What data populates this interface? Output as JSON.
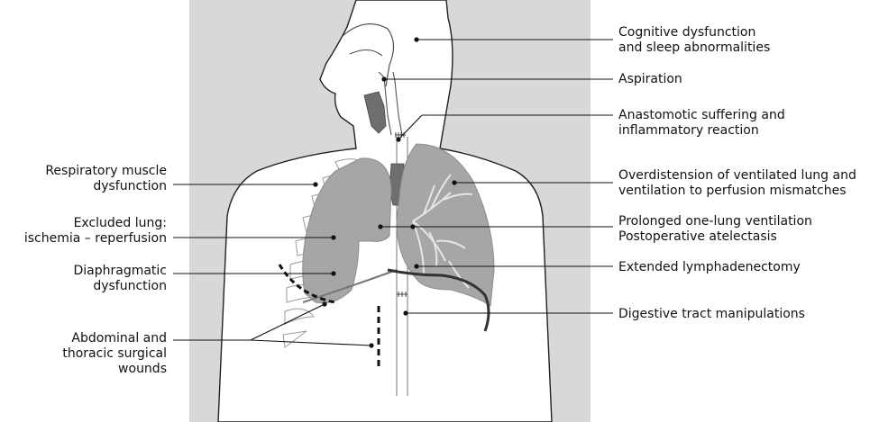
{
  "labels": {
    "cognitive": {
      "line1": "Cognitive dysfunction",
      "line2": "and sleep abnormalities"
    },
    "aspiration": {
      "line1": "Aspiration"
    },
    "anastomotic": {
      "line1": "Anastomotic suffering and",
      "line2": "inflammatory reaction"
    },
    "overdistension": {
      "line1": "Overdistension of ventilated lung and",
      "line2": "ventilation to perfusion mismatches"
    },
    "one_lung": {
      "line1": "Prolonged one-lung ventilation",
      "line2": "Postoperative atelectasis"
    },
    "lymphadenectomy": {
      "line1": "Extended lymphadenectomy"
    },
    "digestive": {
      "line1": "Digestive tract manipulations"
    },
    "respiratory_muscle": {
      "line1": "Respiratory muscle",
      "line2": "dysfunction"
    },
    "excluded_lung": {
      "line1": "Excluded lung:",
      "line2": "ischemia – reperfusion"
    },
    "diaphragmatic": {
      "line1": "Diaphragmatic",
      "line2": "dysfunction"
    },
    "wounds": {
      "line1": "Abdominal and",
      "line2": "thoracic surgical",
      "line3": "wounds"
    }
  },
  "colors": {
    "background_panel": "#d8d8d8",
    "lung": "#a6a6a6",
    "lung_outline": "#8c8c8c",
    "trachea_dark": "#6e6e6e",
    "bronchi": "#e6e6e6",
    "leader_line": "#111111"
  }
}
